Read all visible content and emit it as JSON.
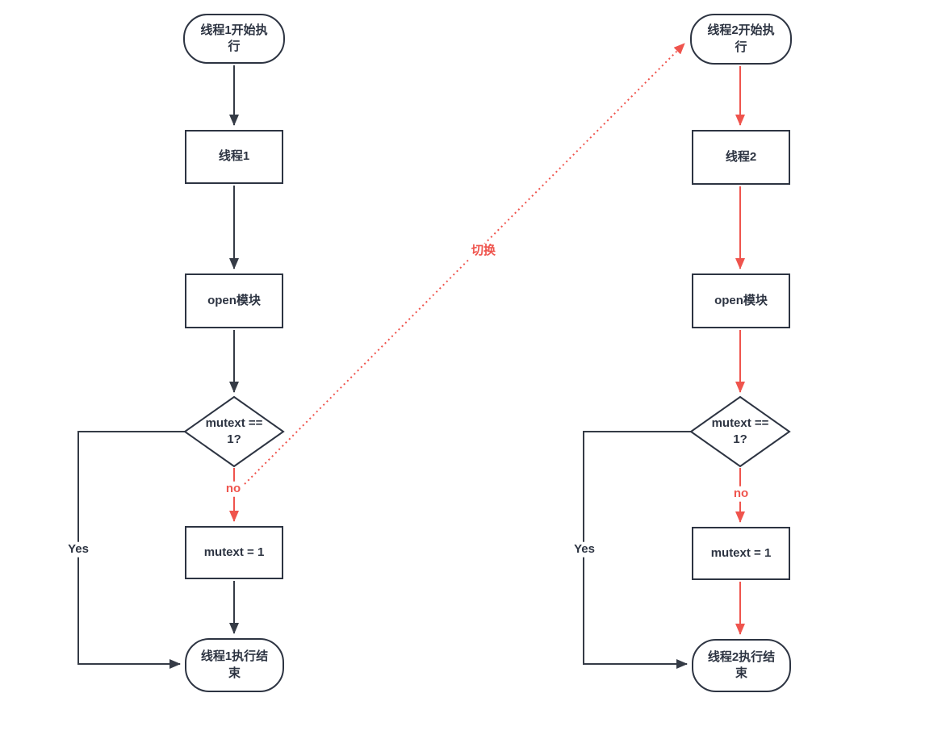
{
  "diagram": {
    "thread1": {
      "start": "线程1开始执行",
      "process": "线程1",
      "open": "open模块",
      "decision": "mutext == 1?",
      "assign": "mutext = 1",
      "end": "线程1执行结束",
      "yes_label": "Yes",
      "no_label": "no"
    },
    "thread2": {
      "start": "线程2开始执行",
      "process": "线程2",
      "open": "open模块",
      "decision": "mutext == 1?",
      "assign": "mutext = 1",
      "end": "线程2执行结束",
      "yes_label": "Yes",
      "no_label": "no"
    },
    "switch_label": "切换",
    "colors": {
      "node_border": "#2d3442",
      "connector_dark": "#353b46",
      "connector_red": "#ef544d"
    }
  }
}
